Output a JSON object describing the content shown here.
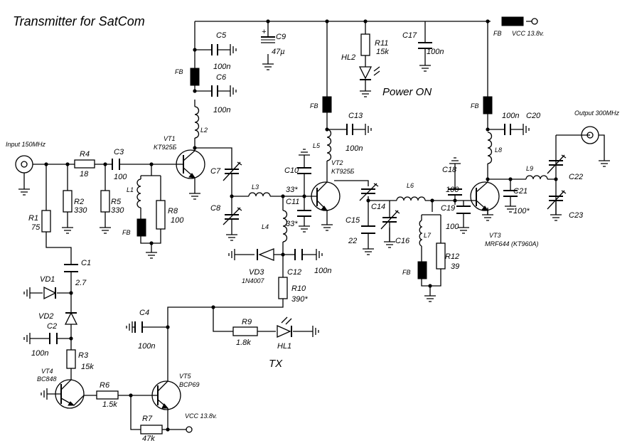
{
  "title": "Transmitter for SatCom",
  "labels": {
    "input": "Input 150MHz",
    "output": "Output 300MHz",
    "vcc_top": "VCC 13.8v.",
    "vcc_bottom": "VCC 13.8v.",
    "power_on": "Power ON",
    "tx": "TX",
    "fb": "FB"
  },
  "components": {
    "R1": {
      "name": "R1",
      "value": "75"
    },
    "R2": {
      "name": "R2",
      "value": "330"
    },
    "R3": {
      "name": "R3",
      "value": "15k"
    },
    "R4": {
      "name": "R4",
      "value": "18"
    },
    "R5": {
      "name": "R5",
      "value": "330"
    },
    "R6": {
      "name": "R6",
      "value": "1.5k"
    },
    "R7": {
      "name": "R7",
      "value": "47k"
    },
    "R8": {
      "name": "R8",
      "value": "100"
    },
    "R9": {
      "name": "R9",
      "value": "1.8k"
    },
    "R10": {
      "name": "R10",
      "value": "390*"
    },
    "R11": {
      "name": "R11",
      "value": "15k"
    },
    "R12": {
      "name": "R12",
      "value": "39"
    },
    "C1": {
      "name": "C1",
      "value": "2.7"
    },
    "C2": {
      "name": "C2",
      "value": "100n"
    },
    "C3": {
      "name": "C3",
      "value": "100"
    },
    "C4": {
      "name": "C4",
      "value": "100n"
    },
    "C5": {
      "name": "C5",
      "value": "100n"
    },
    "C6": {
      "name": "C6",
      "value": "100n"
    },
    "C7": {
      "name": "C7",
      "value": ""
    },
    "C8": {
      "name": "C8",
      "value": ""
    },
    "C9": {
      "name": "C9",
      "value": "47µ"
    },
    "C10": {
      "name": "C10",
      "value": "33*"
    },
    "C11": {
      "name": "C11",
      "value": "33*"
    },
    "C12": {
      "name": "C12",
      "value": "100n"
    },
    "C13": {
      "name": "C13",
      "value": "100n"
    },
    "C14": {
      "name": "C14",
      "value": ""
    },
    "C15": {
      "name": "C15",
      "value": "22"
    },
    "C16": {
      "name": "C16",
      "value": ""
    },
    "C17": {
      "name": "C17",
      "value": "100n"
    },
    "C18": {
      "name": "C18",
      "value": "100"
    },
    "C19": {
      "name": "C19",
      "value": "100"
    },
    "C20": {
      "name": "C20",
      "value": "100n"
    },
    "C21": {
      "name": "C21",
      "value": "100*"
    },
    "C22": {
      "name": "C22",
      "value": ""
    },
    "C23": {
      "name": "C23",
      "value": ""
    },
    "L1": {
      "name": "L1"
    },
    "L2": {
      "name": "L2"
    },
    "L3": {
      "name": "L3"
    },
    "L4": {
      "name": "L4"
    },
    "L5": {
      "name": "L5"
    },
    "L6": {
      "name": "L6"
    },
    "L7": {
      "name": "L7"
    },
    "L8": {
      "name": "L8"
    },
    "L9": {
      "name": "L9"
    },
    "VT1": {
      "name": "VT1",
      "type": "KT925Б"
    },
    "VT2": {
      "name": "VT2",
      "type": "KT925Б"
    },
    "VT3": {
      "name": "VT3",
      "type": "MRF644 (KT960A)"
    },
    "VT4": {
      "name": "VT4",
      "type": "BC848"
    },
    "VT5": {
      "name": "VT5",
      "type": "BCP69"
    },
    "VD1": {
      "name": "VD1"
    },
    "VD2": {
      "name": "VD2"
    },
    "VD3": {
      "name": "VD3",
      "type": "1N4007"
    },
    "HL1": {
      "name": "HL1"
    },
    "HL2": {
      "name": "HL2"
    }
  }
}
